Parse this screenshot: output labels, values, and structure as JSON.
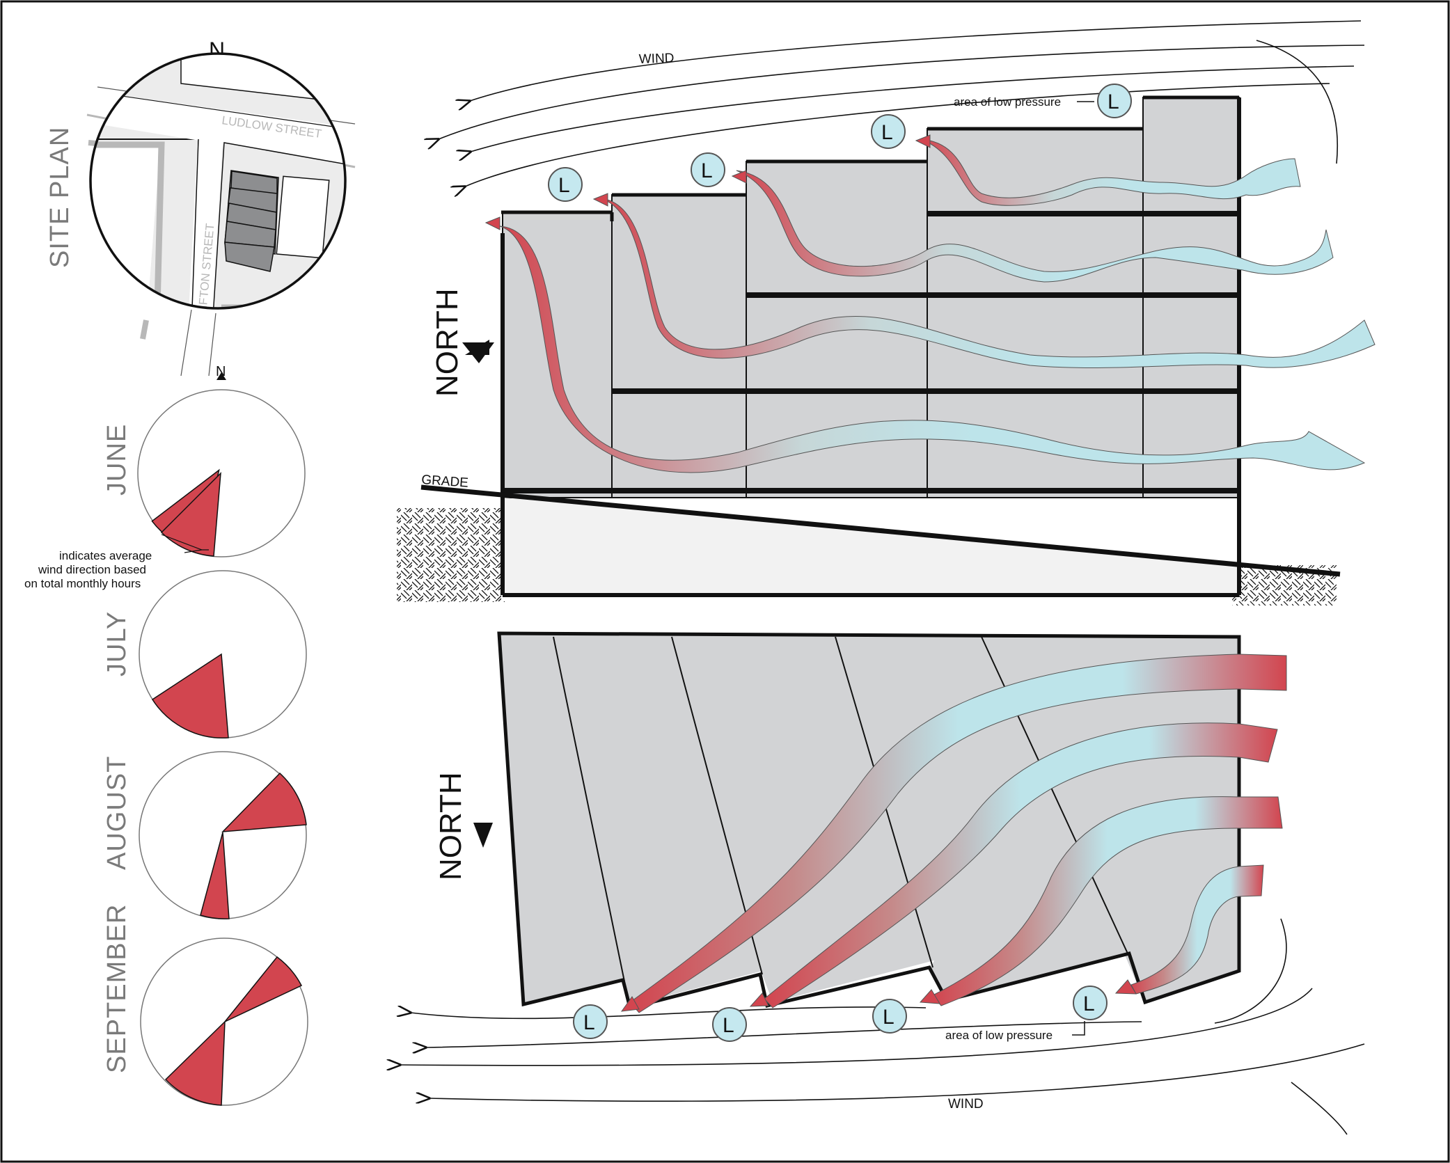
{
  "site_plan": {
    "title": "SITE PLAN",
    "north": "N",
    "streets": [
      "LUDLOW STREET",
      "CLIFTON STREET"
    ]
  },
  "wind_roses": {
    "north": "N",
    "months": [
      "JUNE",
      "JULY",
      "AUGUST",
      "SEPTEMBER"
    ],
    "annotation": [
      "indicates average",
      "wind direction based",
      "on total monthly hours"
    ]
  },
  "section": {
    "north": "NORTH",
    "wind": "WIND",
    "grade": "GRADE",
    "low_pressure": "area of low pressure",
    "low_symbol": "L"
  },
  "plan": {
    "north": "NORTH",
    "wind": "WIND",
    "low_pressure": "area of low pressure",
    "low_symbol": "L"
  },
  "colors": {
    "wind_red": "#d2454f",
    "wind_blue": "#bde4ea",
    "building_fill": "#d2d3d5",
    "L_circle": "#c5e8ef",
    "street_gray": "#b8b8b8"
  }
}
